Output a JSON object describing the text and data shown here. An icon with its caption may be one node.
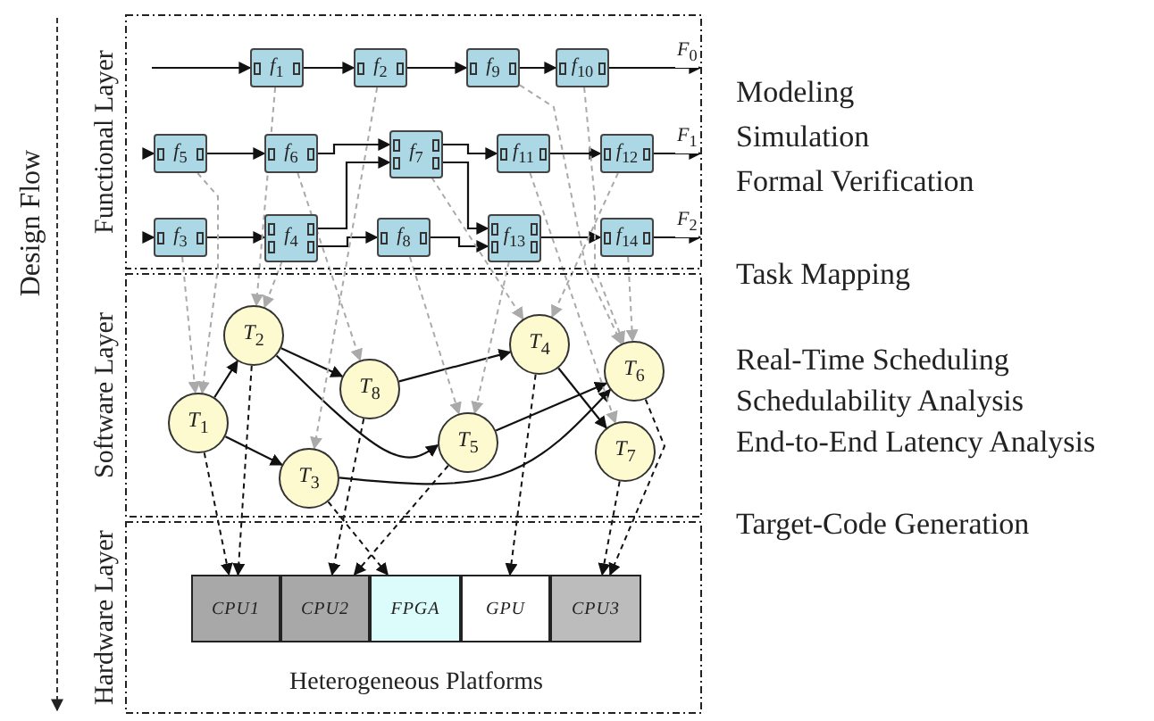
{
  "diagram": {
    "nodes": [
      {
        "text": [
          "Functional Layer"
        ]
      },
      {
        "text": [
          "*f*$_{1}$"
        ],
        "in": 0
      },
      {
        "text": [
          "*f*$_{2}$"
        ],
        "in": 0
      },
      {
        "text": [
          "*f*$_{9}$"
        ],
        "in": 0
      },
      {
        "text": [
          "*f*$_{10}$"
        ],
        "in": 0
      },
      {
        "text": [
          "*f*$_{5}$"
        ],
        "in": 0
      },
      {
        "text": [
          "*f*$_{6}$"
        ],
        "in": 0
      },
      {
        "text": [
          "*f*$_{7}$"
        ],
        "in": 0
      },
      {
        "text": [
          "*f*$_{11}$"
        ],
        "in": 0
      },
      {
        "text": [
          "*f*$_{12}$"
        ],
        "in": 0
      },
      {
        "text": [
          "*f*$_{3}$"
        ],
        "in": 0
      },
      {
        "text": [
          "*f*$_{4}$"
        ],
        "in": 0
      },
      {
        "text": [
          "*f*$_{8}$"
        ],
        "in": 0
      },
      {
        "text": [
          "*f*$_{13}$"
        ],
        "in": 0
      },
      {
        "text": [
          "*f*$_{14}$"
        ],
        "in": 0
      },
      {
        "text": [
          "Software Layer"
        ]
      },
      {
        "text": [
          "*T*$_{1}$"
        ],
        "in": 15
      },
      {
        "text": [
          "*T*$_{2}$"
        ],
        "in": 15
      },
      {
        "text": [
          "*T*$_{3}$"
        ],
        "in": 15
      },
      {
        "text": [
          "*T*$_{4}$"
        ],
        "in": 15
      },
      {
        "text": [
          "*T*$_{5}$"
        ],
        "in": 15
      },
      {
        "text": [
          "*T*$_{6}$"
        ],
        "in": 15
      },
      {
        "text": [
          "*T*$_{7}$"
        ],
        "in": 15
      },
      {
        "text": [
          "*T*$_{8}$"
        ],
        "in": 15
      },
      {
        "text": [
          "Hardware Layer"
        ]
      },
      {
        "text": [
          "CPU1"
        ],
        "in": 24
      },
      {
        "text": [
          "CPU2"
        ],
        "in": 24
      },
      {
        "text": [
          "FPGA"
        ],
        "in": 24
      },
      {
        "text": [
          "GPU"
        ],
        "in": 24
      },
      {
        "text": [
          "CPU3"
        ],
        "in": 24
      }
    ],
    "edges": [
      {
        "from": null,
        "to": 1,
        "arrow": "to"
      },
      {
        "from": 1,
        "to": 2,
        "arrow": "to"
      },
      {
        "from": 2,
        "to": 3,
        "arrow": "to"
      },
      {
        "from": 3,
        "to": 4,
        "arrow": "to"
      },
      {
        "from": 4,
        "to": null,
        "arrow": "to",
        "label": "*F*$_{0}$"
      },
      {
        "from": null,
        "to": 5,
        "arrow": "to"
      },
      {
        "from": 5,
        "to": 6,
        "arrow": "to"
      },
      {
        "from": 6,
        "to": 7,
        "arrow": "to"
      },
      {
        "from": 7,
        "to": 8,
        "arrow": "to"
      },
      {
        "from": 8,
        "to": 9,
        "arrow": "to"
      },
      {
        "from": 9,
        "to": null,
        "arrow": "to",
        "label": "*F*$_{1}$"
      },
      {
        "from": null,
        "to": 10,
        "arrow": "to"
      },
      {
        "from": 10,
        "to": 11,
        "arrow": "to"
      },
      {
        "from": 11,
        "to": 7,
        "arrow": "to"
      },
      {
        "from": 11,
        "to": 12,
        "arrow": "to"
      },
      {
        "from": 12,
        "to": 13,
        "arrow": "to"
      },
      {
        "from": 7,
        "to": 13,
        "arrow": "to"
      },
      {
        "from": 13,
        "to": 14,
        "arrow": "to"
      },
      {
        "from": 14,
        "to": null,
        "arrow": "to",
        "label": "*F*$_{2}$"
      },
      {
        "from": 16,
        "to": 17,
        "arrow": "to"
      },
      {
        "from": 16,
        "to": 18,
        "arrow": "to"
      },
      {
        "from": 17,
        "to": 23,
        "arrow": "to"
      },
      {
        "from": 17,
        "to": 20,
        "arrow": "to"
      },
      {
        "from": 23,
        "to": 19,
        "arrow": "to"
      },
      {
        "from": 19,
        "to": 22,
        "arrow": "to"
      },
      {
        "from": 20,
        "to": 21,
        "arrow": "to"
      },
      {
        "from": 18,
        "to": 21,
        "arrow": "to"
      },
      {
        "from": 5,
        "to": 16,
        "arrow": "to",
        "style": "dashed",
        "color": "#aaaaaa"
      },
      {
        "from": 10,
        "to": 16,
        "arrow": "to",
        "style": "dashed",
        "color": "#aaaaaa"
      },
      {
        "from": 1,
        "to": 17,
        "arrow": "to",
        "style": "dashed",
        "color": "#aaaaaa"
      },
      {
        "from": 11,
        "to": 17,
        "arrow": "to",
        "style": "dashed",
        "color": "#aaaaaa"
      },
      {
        "from": 2,
        "to": 18,
        "arrow": "to",
        "style": "dashed",
        "color": "#aaaaaa"
      },
      {
        "from": 6,
        "to": 23,
        "arrow": "to",
        "style": "dashed",
        "color": "#aaaaaa"
      },
      {
        "from": 12,
        "to": 20,
        "arrow": "to",
        "style": "dashed",
        "color": "#aaaaaa"
      },
      {
        "from": 13,
        "to": 20,
        "arrow": "to",
        "style": "dashed",
        "color": "#aaaaaa"
      },
      {
        "from": 7,
        "to": 19,
        "arrow": "to",
        "style": "dashed",
        "color": "#aaaaaa"
      },
      {
        "from": 9,
        "to": 19,
        "arrow": "to",
        "style": "dashed",
        "color": "#aaaaaa"
      },
      {
        "from": 3,
        "to": 21,
        "arrow": "to",
        "style": "dashed",
        "color": "#aaaaaa"
      },
      {
        "from": 4,
        "to": 21,
        "arrow": "to",
        "style": "dashed",
        "color": "#aaaaaa"
      },
      {
        "from": 14,
        "to": 21,
        "arrow": "to",
        "style": "dashed",
        "color": "#aaaaaa"
      },
      {
        "from": 8,
        "to": 22,
        "arrow": "to",
        "style": "dashed",
        "color": "#aaaaaa"
      },
      {
        "from": 16,
        "to": 25,
        "arrow": "to",
        "style": "dashed"
      },
      {
        "from": 17,
        "to": 25,
        "arrow": "to",
        "style": "dashed"
      },
      {
        "from": 23,
        "to": 26,
        "arrow": "to",
        "style": "dashed"
      },
      {
        "from": 20,
        "to": 26,
        "arrow": "to",
        "style": "dashed"
      },
      {
        "from": 18,
        "to": 27,
        "arrow": "to",
        "style": "dashed"
      },
      {
        "from": 19,
        "to": 28,
        "arrow": "to",
        "style": "dashed"
      },
      {
        "from": 21,
        "to": 29,
        "arrow": "to",
        "style": "dashed"
      },
      {
        "from": 22,
        "to": 29,
        "arrow": "to",
        "style": "dashed"
      }
    ],
    "labels": [
      "Design Flow",
      "Modeling",
      "Simulation",
      "Formal Verification",
      "Task Mapping",
      "Real-Time Scheduling",
      "Schedulability Analysis",
      "End-to-End Latency Analysis",
      "Target-Code Generation",
      "Heterogeneous Platforms"
    ]
  }
}
